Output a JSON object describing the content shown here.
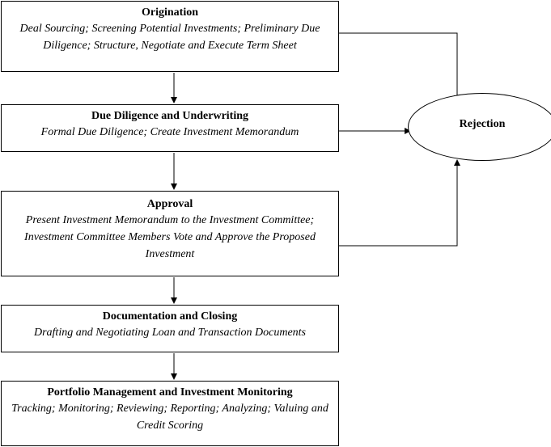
{
  "diagram": {
    "stages": [
      {
        "title": "Origination",
        "description": "Deal Sourcing; Screening Potential Investments; Preliminary Due Diligence; Structure, Negotiate and Execute Term Sheet"
      },
      {
        "title": "Due Diligence and Underwriting",
        "description": "Formal Due Diligence; Create Investment Memorandum"
      },
      {
        "title": "Approval",
        "description": "Present Investment Memorandum to the Investment Committee; Investment Committee Members Vote and Approve the Proposed Investment"
      },
      {
        "title": "Documentation and Closing",
        "description": "Drafting and Negotiating Loan and Transaction Documents"
      },
      {
        "title": "Portfolio Management and Investment Monitoring",
        "description": "Tracking; Monitoring; Reviewing; Reporting; Analyzing; Valuing and Credit Scoring"
      }
    ],
    "rejection": {
      "label": "Rejection"
    }
  }
}
